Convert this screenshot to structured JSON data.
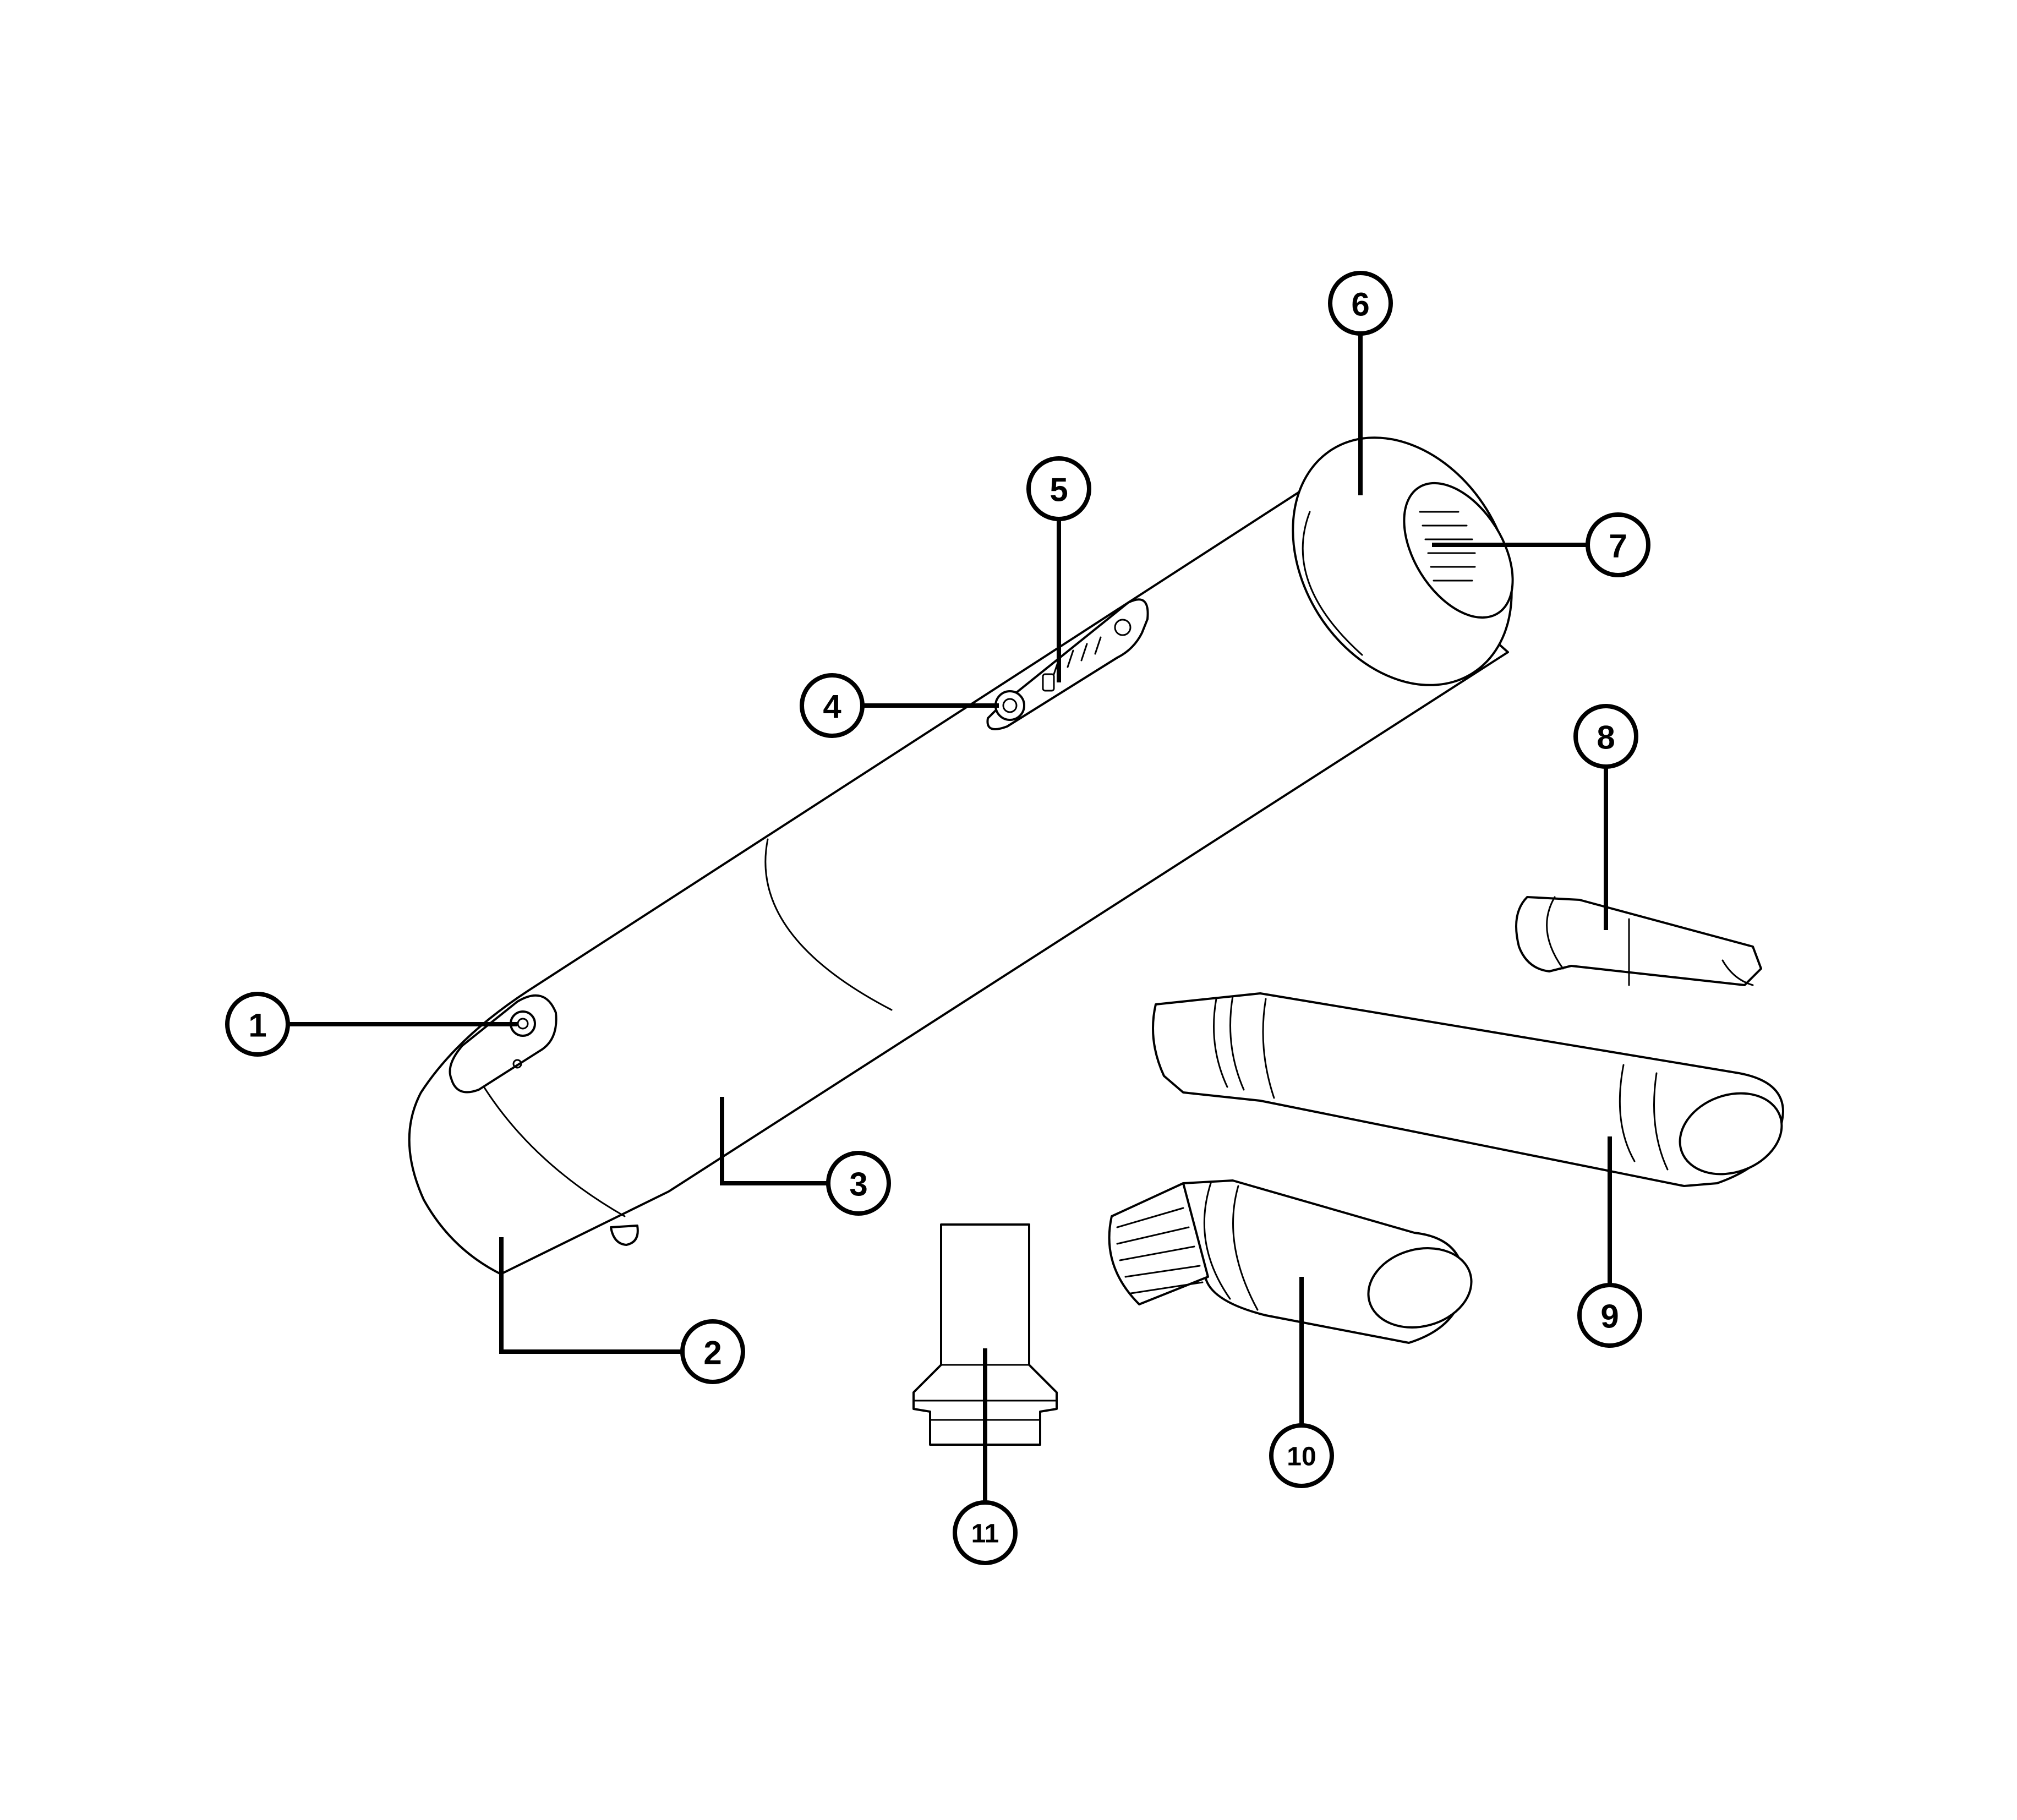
{
  "colors": {
    "line": "#000000",
    "background": "#ffffff"
  },
  "callouts": [
    {
      "label": "1"
    },
    {
      "label": "2"
    },
    {
      "label": "3"
    },
    {
      "label": "4"
    },
    {
      "label": "5"
    },
    {
      "label": "6"
    },
    {
      "label": "7"
    },
    {
      "label": "8"
    },
    {
      "label": "9"
    },
    {
      "label": "10"
    },
    {
      "label": "11"
    }
  ]
}
